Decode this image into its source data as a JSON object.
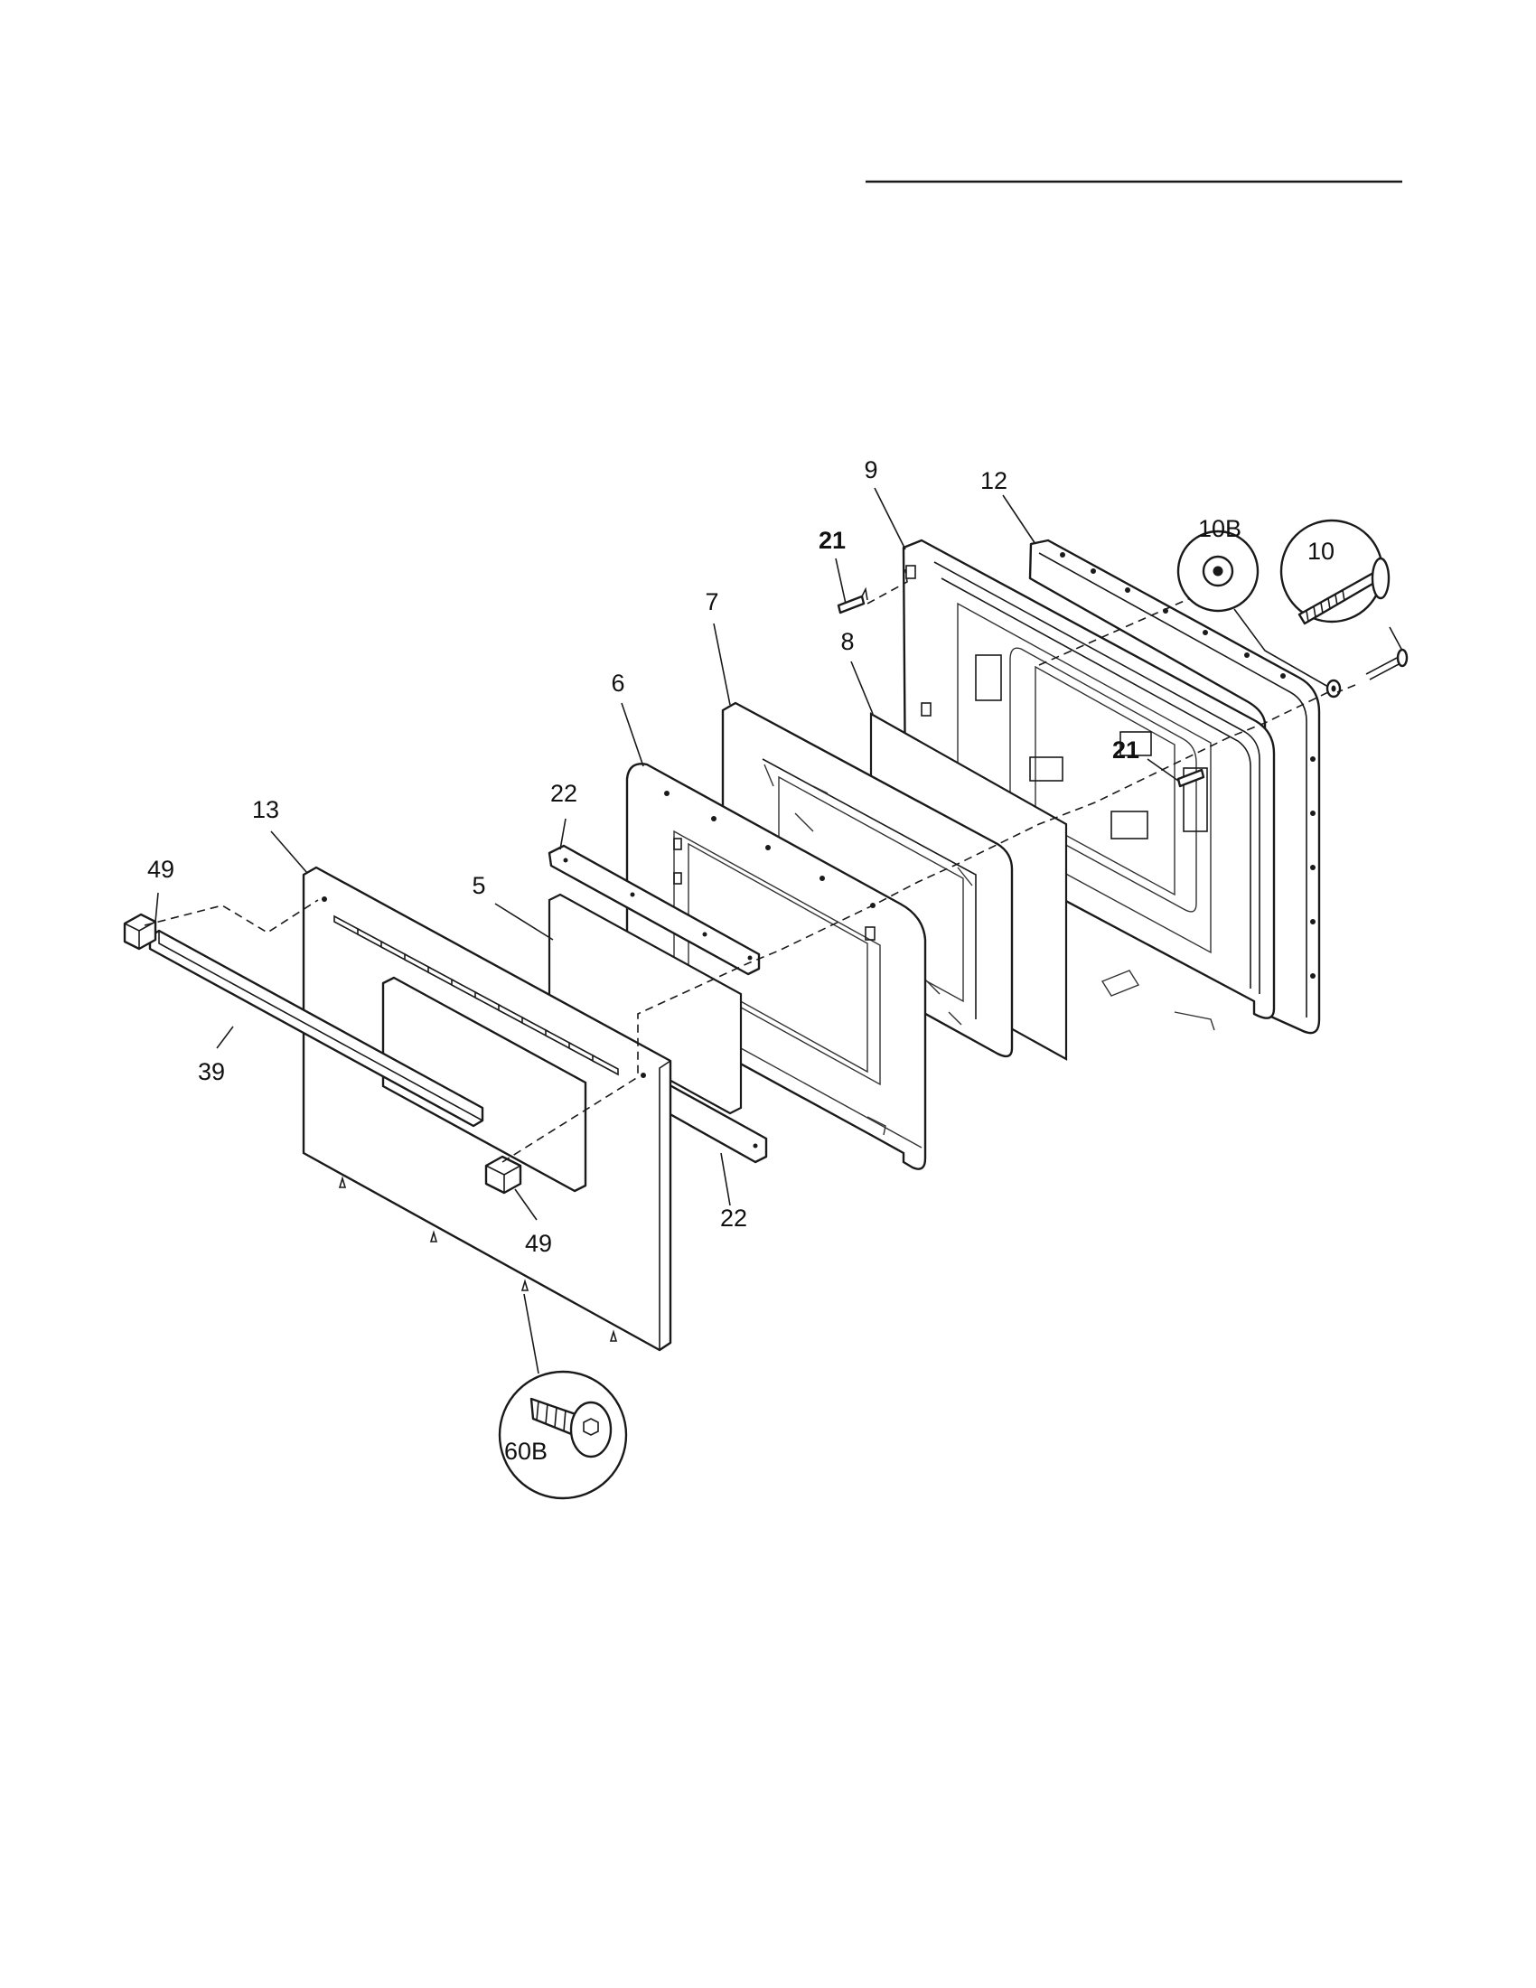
{
  "callouts": [
    {
      "id": "c-9",
      "label": "9",
      "bold": false
    },
    {
      "id": "c-12",
      "label": "12",
      "bold": false
    },
    {
      "id": "c-21-top",
      "label": "21",
      "bold": true
    },
    {
      "id": "c-10b",
      "label": "10B",
      "bold": false
    },
    {
      "id": "c-10",
      "label": "10",
      "bold": false
    },
    {
      "id": "c-7",
      "label": "7",
      "bold": false
    },
    {
      "id": "c-8",
      "label": "8",
      "bold": false
    },
    {
      "id": "c-6",
      "label": "6",
      "bold": false
    },
    {
      "id": "c-21-right",
      "label": "21",
      "bold": true
    },
    {
      "id": "c-22-top",
      "label": "22",
      "bold": false
    },
    {
      "id": "c-13",
      "label": "13",
      "bold": false
    },
    {
      "id": "c-5",
      "label": "5",
      "bold": false
    },
    {
      "id": "c-49-left",
      "label": "49",
      "bold": false
    },
    {
      "id": "c-39",
      "label": "39",
      "bold": false
    },
    {
      "id": "c-22-bottom",
      "label": "22",
      "bold": false
    },
    {
      "id": "c-49-bottom",
      "label": "49",
      "bold": false
    },
    {
      "id": "c-60b",
      "label": "60B",
      "bold": false
    }
  ],
  "icons": [
    "screw-icon",
    "bolt-icon",
    "washer-icon",
    "glass-panel-icon",
    "door-panel-icon"
  ]
}
